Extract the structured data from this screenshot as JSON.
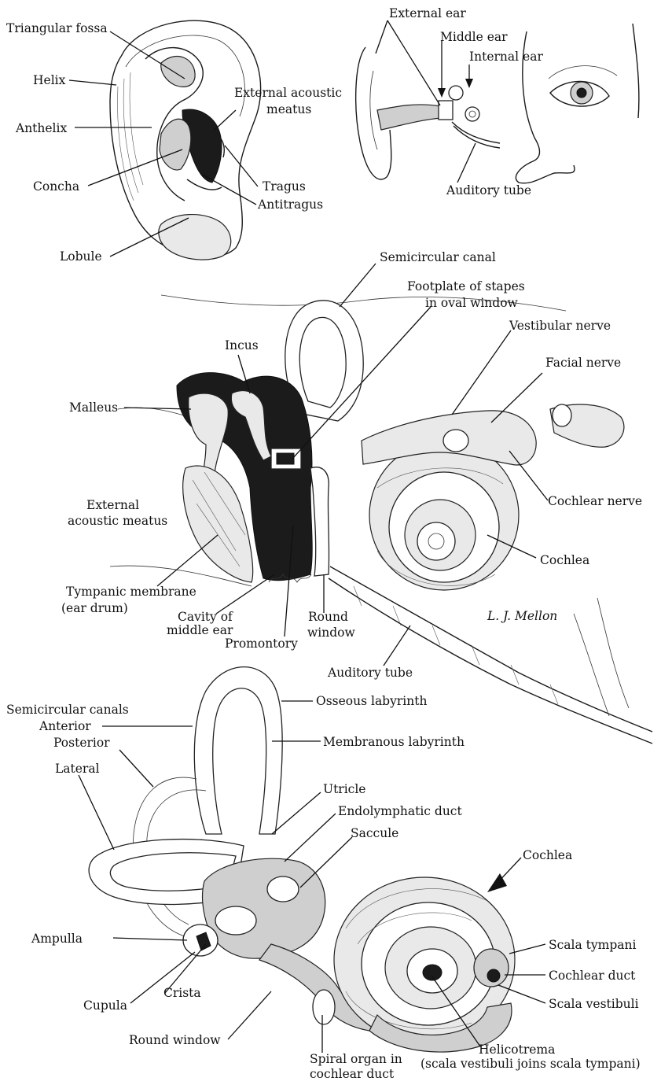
{
  "panels": {
    "auricle": {
      "labels": {
        "triangular_fossa": "Triangular fossa",
        "helix": "Helix",
        "anthelix": "Anthelix",
        "concha": "Concha",
        "lobule": "Lobule",
        "external_acoustic_meatus_1": "External acoustic",
        "external_acoustic_meatus_2": "meatus",
        "tragus": "Tragus",
        "antitragus": "Antitragus"
      }
    },
    "head": {
      "labels": {
        "external_ear": "External ear",
        "middle_ear": "Middle ear",
        "internal_ear": "Internal ear",
        "auditory_tube": "Auditory tube"
      }
    },
    "middle_ear": {
      "labels": {
        "semicircular_canal": "Semicircular canal",
        "footplate_1": "Footplate of stapes",
        "footplate_2": "in oval window",
        "vestibular_nerve": "Vestibular nerve",
        "facial_nerve": "Facial nerve",
        "incus": "Incus",
        "malleus": "Malleus",
        "external_acoustic_1": "External",
        "external_acoustic_2": "acoustic meatus",
        "cochlear_nerve": "Cochlear nerve",
        "cochlea": "Cochlea",
        "tympanic_1": "Tympanic membrane",
        "tympanic_2": "(ear drum)",
        "cavity_1": "Cavity of",
        "cavity_2": "middle ear",
        "round_window_1": "Round",
        "round_window_2": "window",
        "promontory": "Promontory",
        "auditory_tube": "Auditory tube",
        "signature": "L. J. Mellon"
      }
    },
    "inner_ear": {
      "labels": {
        "semicircular_canals": "Semicircular canals",
        "anterior": "Anterior",
        "posterior": "Posterior",
        "lateral": "Lateral",
        "osseous_labyrinth": "Osseous labyrinth",
        "membranous_labyrinth": "Membranous labyrinth",
        "utricle": "Utricle",
        "endolymphatic_duct": "Endolymphatic duct",
        "saccule": "Saccule",
        "cochlea": "Cochlea",
        "ampulla": "Ampulla",
        "scala_tympani": "Scala tympani",
        "cochlear_duct": "Cochlear duct",
        "scala_vestibuli": "Scala vestibuli",
        "cupula": "Cupula",
        "crista": "Crista",
        "round_window": "Round window",
        "spiral_organ_1": "Spiral organ in",
        "spiral_organ_2": "cochlear duct",
        "helicotrema_1": "Helicotrema",
        "helicotrema_2": "(scala vestibuli joins scala tympani)"
      }
    }
  }
}
